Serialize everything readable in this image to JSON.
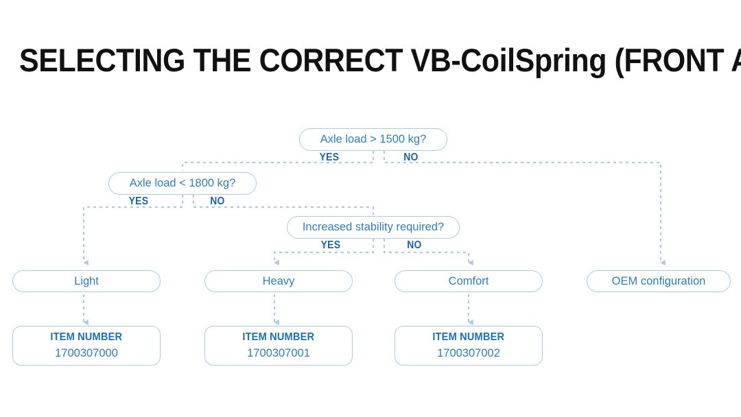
{
  "page": {
    "title": "SELECTING THE CORRECT VB-CoilSpring (FRONT AXLE)",
    "background_color": "#ffffff"
  },
  "theme": {
    "node_border": "#a9cbe8",
    "node_text": "#2b7fc2",
    "branch_label_text": "#1565b0",
    "connector": "#a9cbe8",
    "title_text": "#111111"
  },
  "diagram": {
    "type": "decision-flowchart",
    "decisions": [
      {
        "id": "d1",
        "label": "Axle load > 1500 kg?",
        "yes_label": "YES",
        "no_label": "NO",
        "yes_target": "d2",
        "no_target": "r4"
      },
      {
        "id": "d2",
        "label": "Axle load < 1800 kg?",
        "yes_label": "YES",
        "no_label": "NO",
        "yes_target": "r1",
        "no_target": "d3"
      },
      {
        "id": "d3",
        "label": "Increased stability required?",
        "yes_label": "YES",
        "no_label": "NO",
        "yes_target": "r2",
        "no_target": "r3"
      }
    ],
    "results": [
      {
        "id": "r1",
        "label": "Light"
      },
      {
        "id": "r2",
        "label": "Heavy"
      },
      {
        "id": "r3",
        "label": "Comfort"
      },
      {
        "id": "r4",
        "label": "OEM configuration"
      }
    ],
    "item_numbers": [
      {
        "id": "i1",
        "heading": "ITEM NUMBER",
        "value": "1700307000",
        "from": "r1"
      },
      {
        "id": "i2",
        "heading": "ITEM NUMBER",
        "value": "1700307001",
        "from": "r2"
      },
      {
        "id": "i3",
        "heading": "ITEM NUMBER",
        "value": "1700307002",
        "from": "r3"
      }
    ]
  }
}
